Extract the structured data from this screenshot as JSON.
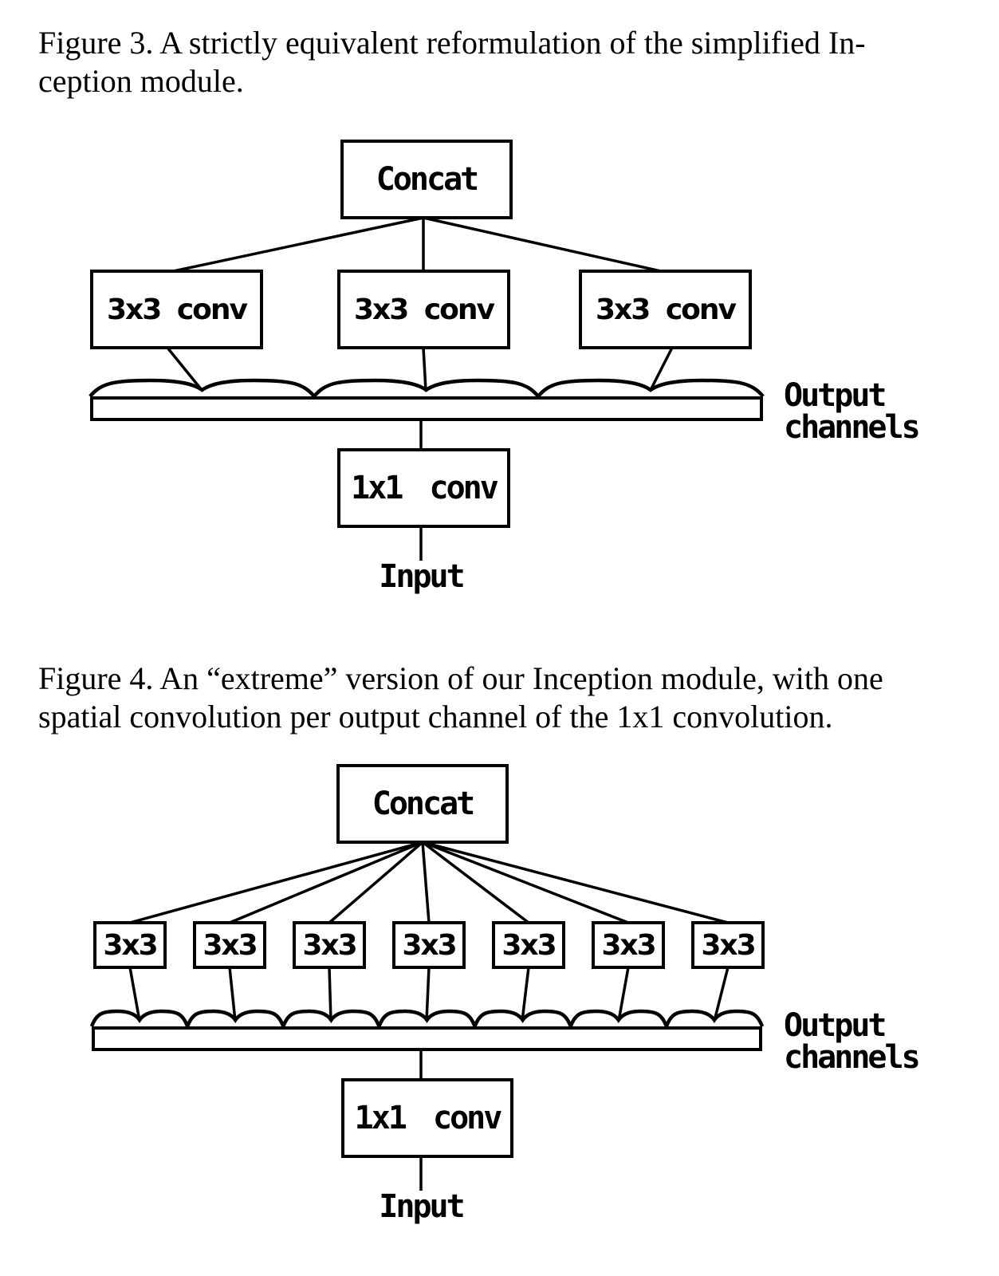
{
  "colors": {
    "ink": "#000000",
    "paper": "#ffffff"
  },
  "figure3": {
    "caption_lines": [
      "Figure 3. A strictly equivalent reformulation of the simplified In-",
      "ception module."
    ],
    "concat_label": "Concat",
    "conv_labels": [
      "3x3 conv",
      "3x3 conv",
      "3x3 conv"
    ],
    "pointwise_label": "1x1 conv",
    "input_label": "Input",
    "output_label_lines": [
      "Output",
      "channels"
    ]
  },
  "figure4": {
    "caption_lines": [
      "Figure 4. An “extreme” version of our Inception module, with one",
      "spatial convolution per output channel of the 1x1 convolution."
    ],
    "concat_label": "Concat",
    "conv_labels": [
      "3x3",
      "3x3",
      "3x3",
      "3x3",
      "3x3",
      "3x3",
      "3x3"
    ],
    "pointwise_label": "1x1 conv",
    "input_label": "Input",
    "output_label_lines": [
      "Output",
      "channels"
    ]
  }
}
